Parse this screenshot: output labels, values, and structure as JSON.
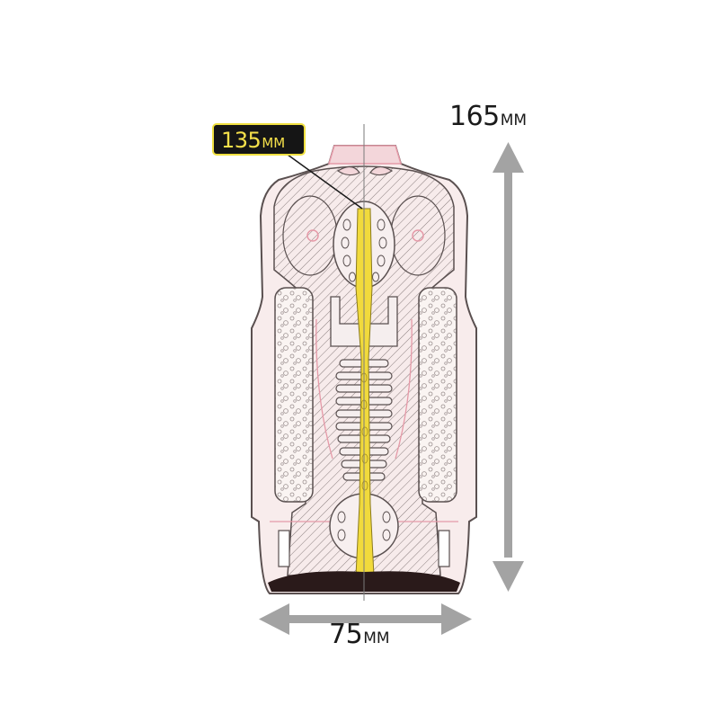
{
  "dimensions": {
    "height": {
      "value": "165",
      "unit": "MM"
    },
    "width": {
      "value": "75",
      "unit": "MM"
    },
    "inner_length": {
      "value": "135",
      "unit": "MM"
    }
  },
  "colors": {
    "arrow": "#a3a3a3",
    "body_fill": "#f8ecec",
    "body_outline": "#5a5050",
    "pink_accent": "#e59aa8",
    "channel": "#f1da3c",
    "label_bg": "#151515",
    "label_text": "#f5e04a",
    "base": "#2a1a1a"
  }
}
